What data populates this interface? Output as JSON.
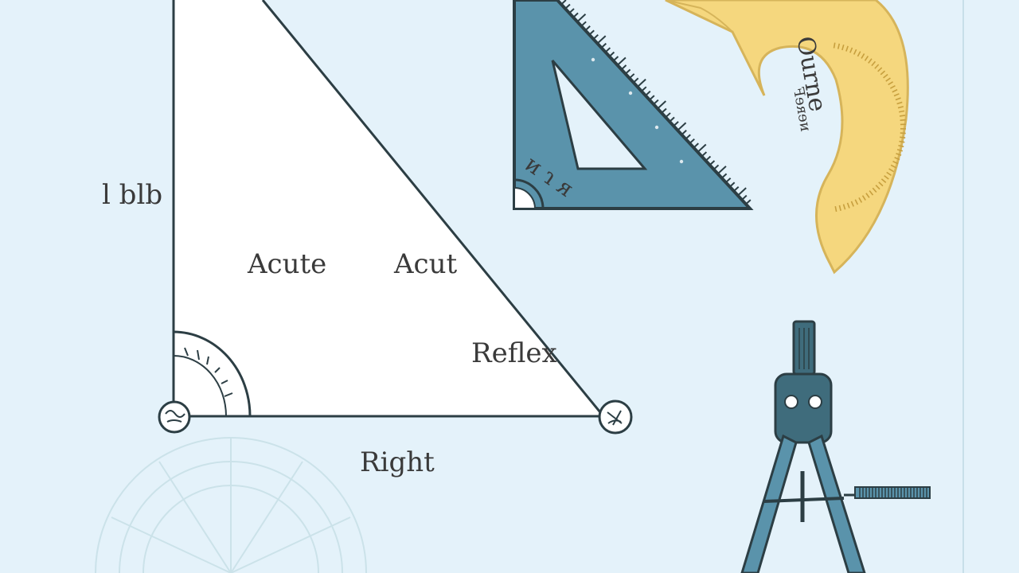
{
  "labels": {
    "side_left": "l blb",
    "angle_acute_1": "Acute",
    "angle_acute_2": "Acut",
    "angle_reflex": "Reflex",
    "side_bottom": "Right",
    "protractor_text": "Ourne",
    "protractor_text_2": "ꟻɘᴙɘᴎ",
    "set_square_marking": "ᴎ ɿ ᴙ"
  },
  "colors": {
    "background": "#e4f2fa",
    "triangle_fill": "#ffffff",
    "outline": "#2c3e44",
    "set_square": "#5a93ab",
    "protractor": "#f5d77e",
    "compass": "#3f6c7c"
  },
  "icons": {
    "vertex_left": "circle-glyph-icon",
    "vertex_right": "circle-glyph-icon",
    "right_angle_marker": "right-angle-arc-icon",
    "set_square": "set-square-icon",
    "protractor": "protractor-icon",
    "compass": "compass-icon",
    "background_protractor": "faded-protractor-icon"
  }
}
